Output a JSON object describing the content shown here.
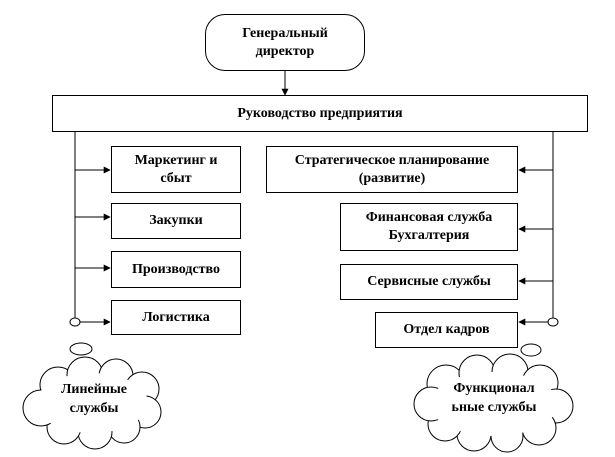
{
  "diagram": {
    "top": {
      "director": "Генеральный\nдиректор",
      "management": "Руководство предприятия"
    },
    "line_units": {
      "items": [
        "Маркетинг и\nсбыт",
        "Закупки",
        "Производство",
        "Логистика"
      ],
      "cloud_label": "Линейные\nслужбы"
    },
    "functional_units": {
      "items": [
        "Стратегическое планирование\n(развитие)",
        "Финансовая служба\nБухгалтерия",
        "Сервисные службы",
        "Отдел кадров"
      ],
      "cloud_label": "Функционал\nьные службы"
    }
  }
}
